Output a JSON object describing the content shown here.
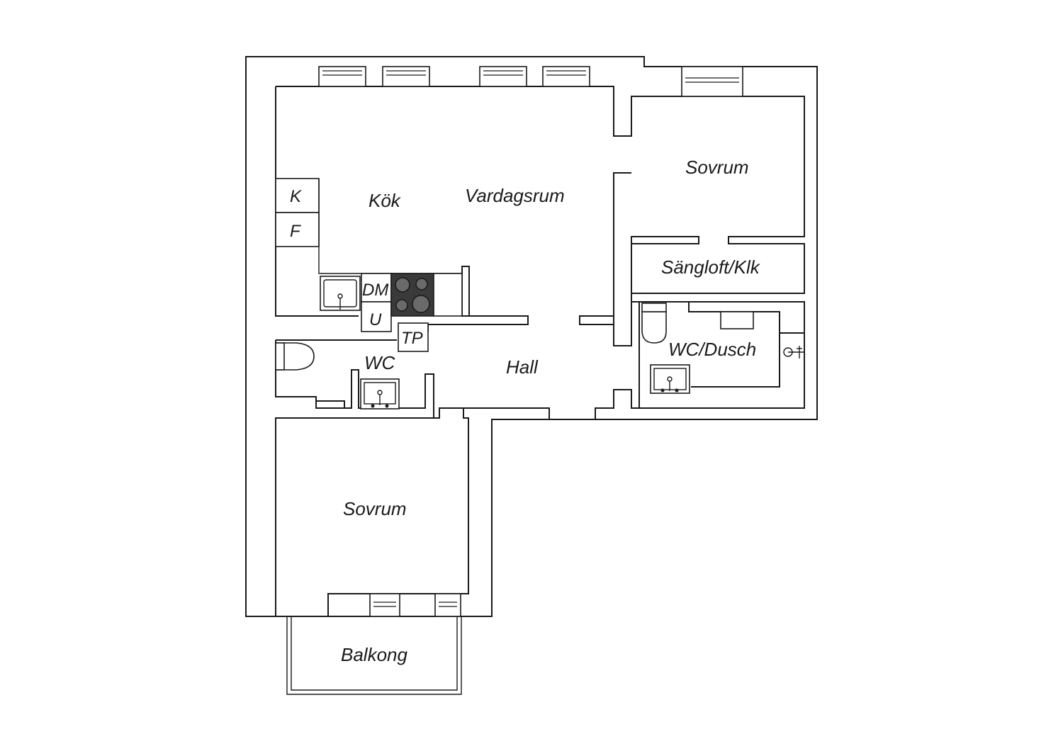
{
  "rooms": {
    "kok": "Kök",
    "vardagsrum": "Vardagsrum",
    "sovrum_top": "Sovrum",
    "sangloft": "Sängloft/Klk",
    "wc_dusch": "WC/Dusch",
    "wc": "WC",
    "hall": "Hall",
    "sovrum_bottom": "Sovrum",
    "balkong": "Balkong"
  },
  "appliances": {
    "kyl": "K",
    "frys": "F",
    "diskmaskin": "DM",
    "ugn": "U",
    "tvattmaskin": "TP"
  },
  "colors": {
    "wall": "#1a1a1a",
    "stove": "#3a3a3a",
    "background": "#ffffff"
  }
}
